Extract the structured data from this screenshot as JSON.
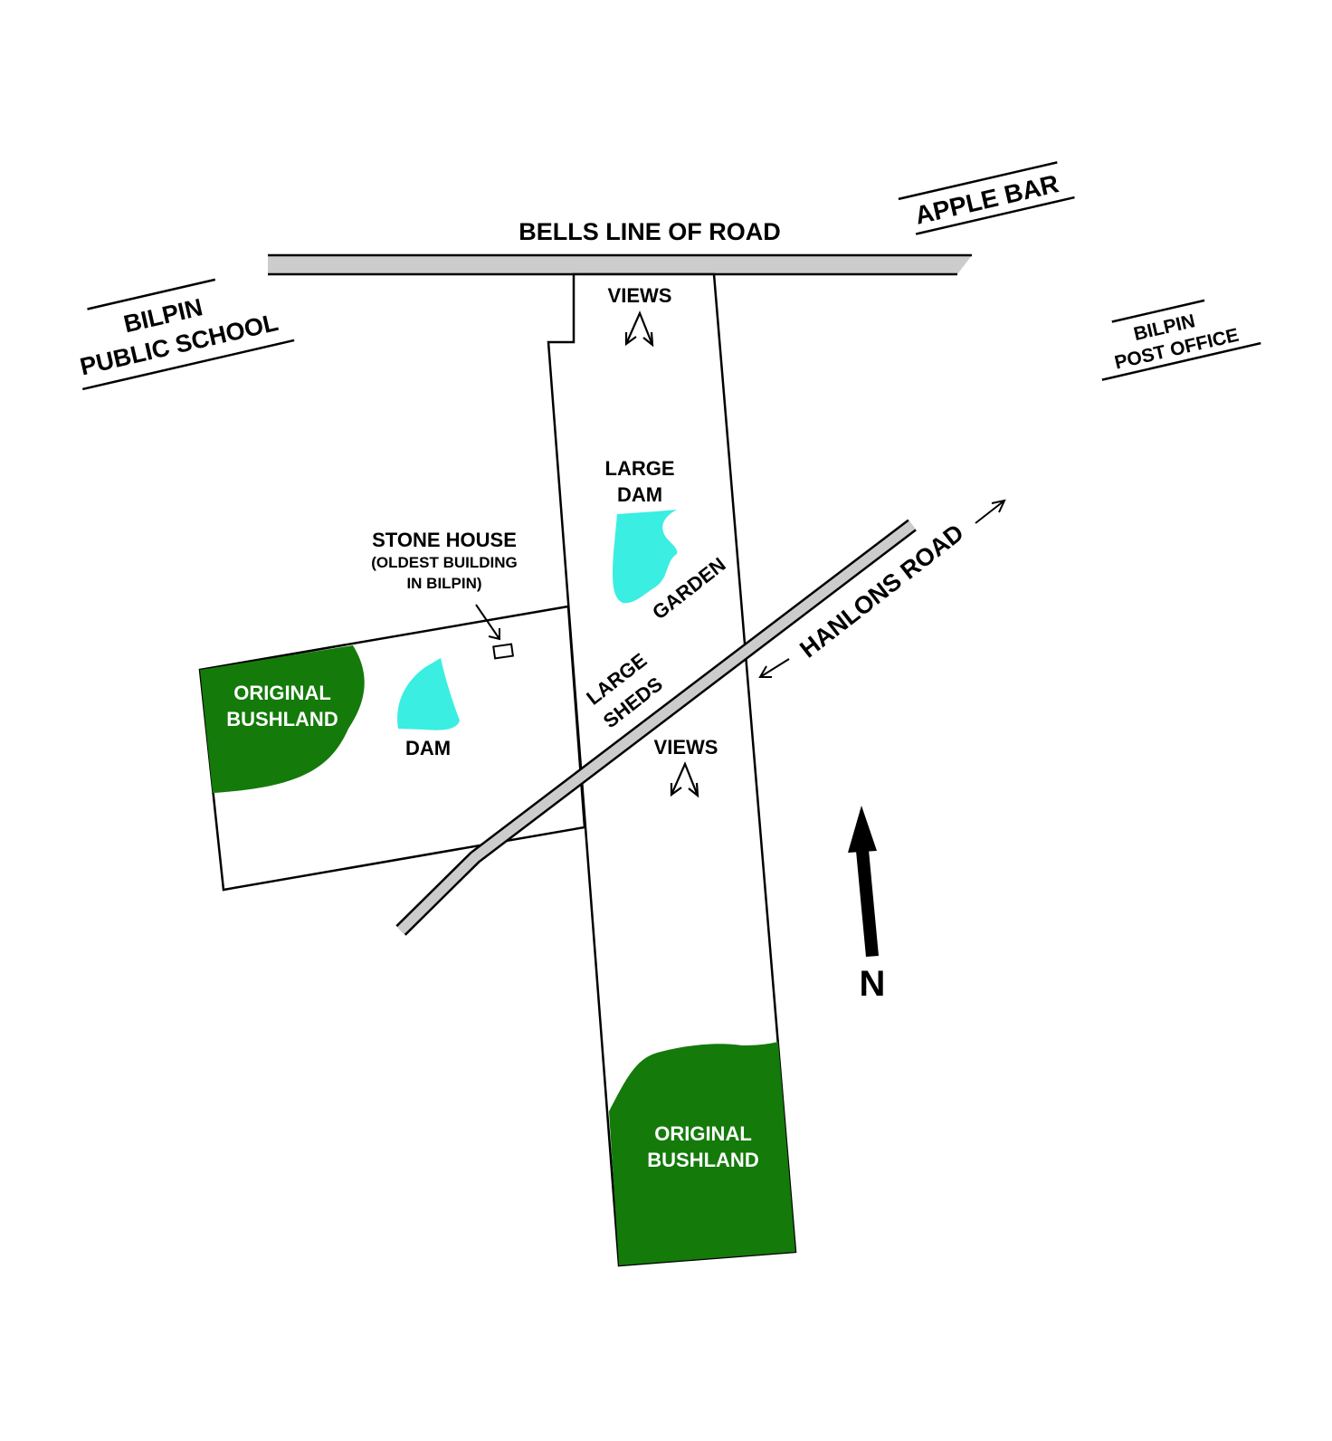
{
  "roads": {
    "bells_line": "BELLS LINE OF ROAD",
    "hanlons": "HANLONS ROAD"
  },
  "landmarks": {
    "apple_bar": "APPLE BAR",
    "school_line1": "BILPIN",
    "school_line2": "PUBLIC SCHOOL",
    "post_line1": "BILPIN",
    "post_line2": "POST OFFICE"
  },
  "features": {
    "views_north": "VIEWS",
    "views_south": "VIEWS",
    "large_dam_line1": "LARGE",
    "large_dam_line2": "DAM",
    "garden": "GARDEN",
    "sheds_line1": "LARGE",
    "sheds_line2": "SHEDS",
    "dam": "DAM",
    "stone_house_line1": "STONE HOUSE",
    "stone_house_line2": "(OLDEST BUILDING",
    "stone_house_line3": "IN BILPIN)",
    "bush_west_line1": "ORIGINAL",
    "bush_west_line2": "BUSHLAND",
    "bush_south_line1": "ORIGINAL",
    "bush_south_line2": "BUSHLAND",
    "north": "N"
  },
  "colors": {
    "bushland": "#147a0a",
    "water": "#3aeee2",
    "road": "#cccccc"
  }
}
